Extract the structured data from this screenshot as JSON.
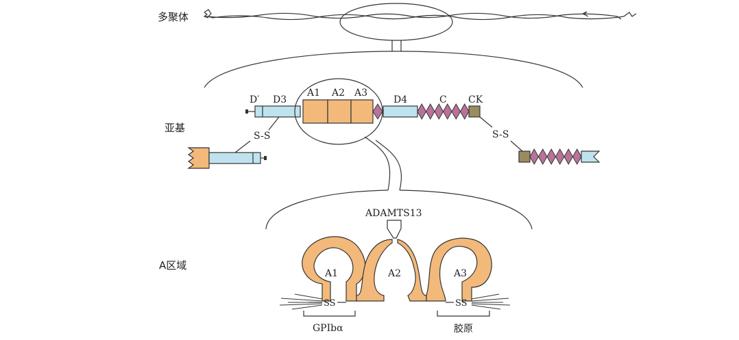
{
  "levels": {
    "multimer": "多聚体",
    "subunit": "亚基",
    "a_domain": "A区域"
  },
  "subunit_labels": {
    "d_prime": "D′",
    "d3": "D3",
    "a1": "A1",
    "a2": "A2",
    "a3": "A3",
    "d4": "D4",
    "c": "C",
    "ck": "CK",
    "ss_left": "S-S",
    "ss_right": "S-S"
  },
  "a_domain_labels": {
    "cleavage_enzyme": "ADAMTS13",
    "a1": "A1",
    "a2": "A2",
    "a3": "A3",
    "ss_left": "SS",
    "ss_right": "SS",
    "binding_left": "GPIbα",
    "binding_right": "胶原"
  },
  "colors": {
    "orange_domain": "#f2b97a",
    "blue_domain": "#bfe3ee",
    "purple_diamond": "#b9739a",
    "olive_box": "#9a8c5e",
    "stroke": "#333333"
  }
}
